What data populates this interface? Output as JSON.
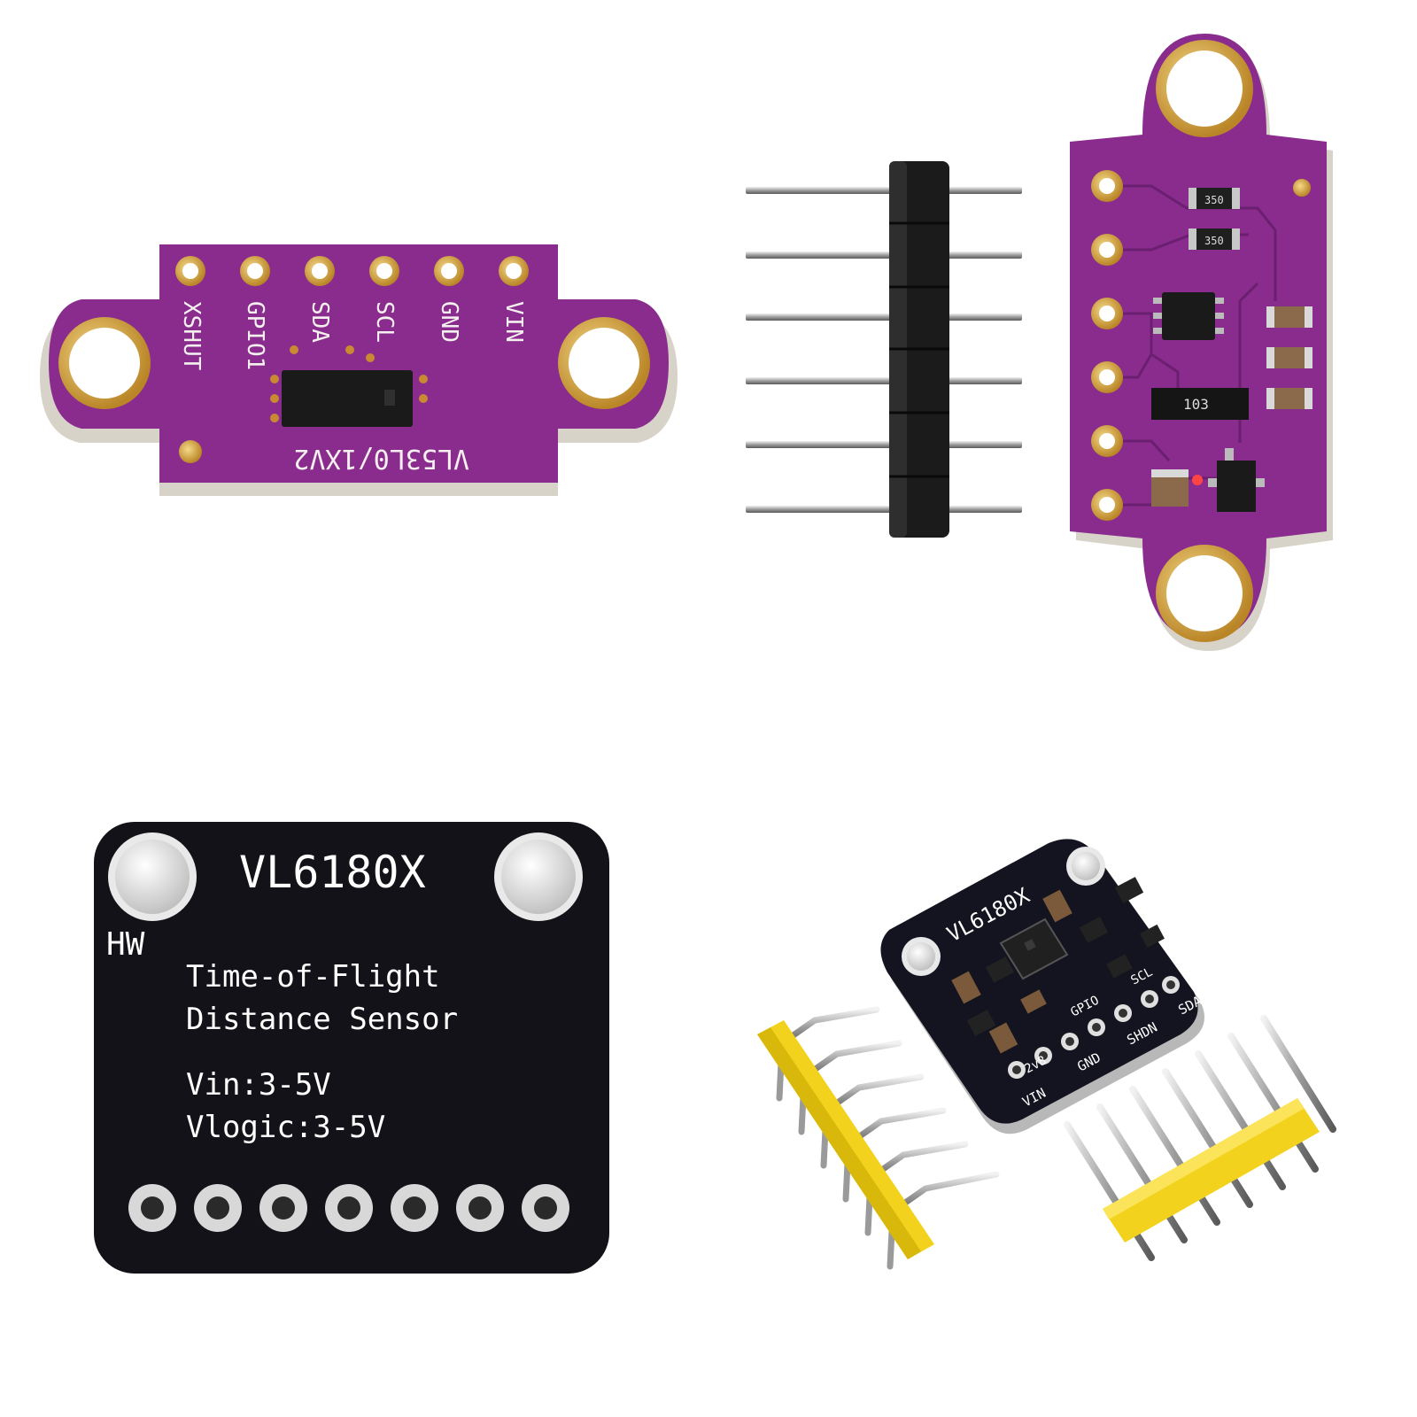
{
  "vl53l0x_front": {
    "pins": [
      "XSHUT",
      "GPIO1",
      "SDA",
      "SCL",
      "GND",
      "VIN"
    ],
    "model": "VL53L0/1XV2"
  },
  "vl53l0x_back": {
    "resistor_a": "350",
    "resistor_b": "350",
    "resistor_array": "103"
  },
  "vl6180x_back": {
    "model": "VL6180X",
    "brand": "HW",
    "line1": "Time-of-Flight",
    "line2": "Distance Sensor",
    "vin": "Vin:3-5V",
    "vlogic": "Vlogic:3-5V"
  },
  "vl6180x_front": {
    "model": "VL6180X",
    "pins": [
      "VIN",
      "2v8",
      "GND",
      "GPIO",
      "SHDN",
      "SCL",
      "SDA"
    ]
  },
  "colors": {
    "purple_pcb": "#8a2c8e",
    "black_pcb": "#121218",
    "gold_pad": "#d4a53a",
    "yellow_header": "#f2d21c"
  }
}
